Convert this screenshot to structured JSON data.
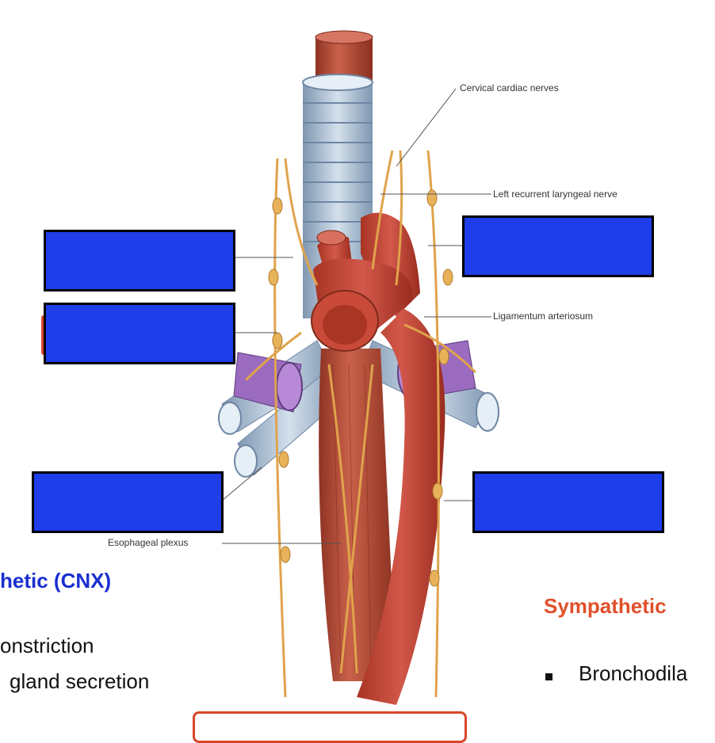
{
  "labels": {
    "cervical_cardiac_nerves": "Cervical cardiac nerves",
    "left_recurrent_laryngeal_nerve": "Left recurrent laryngeal nerve",
    "ligamentum_arteriosum": "Ligamentum arteriosum",
    "esophageal_plexus": "Esophageal plexus"
  },
  "left_text": {
    "heading": "hetic (CNX)",
    "line1": "onstriction",
    "line2": "gland secretion"
  },
  "right_text": {
    "heading": "Sympathetic",
    "bullet": "Bronchodila"
  },
  "colors": {
    "mask_box": "#1f3de8",
    "aorta": "#c84b36",
    "trachea": "#a9bdd0",
    "pulmonary_vessel": "#9a6bbf",
    "nerve": "#e8b25a",
    "esophagus": "#b5553d",
    "heading_blue": "#1a2fd0",
    "heading_orange": "#e0502a",
    "frame_red": "#d9452b"
  }
}
